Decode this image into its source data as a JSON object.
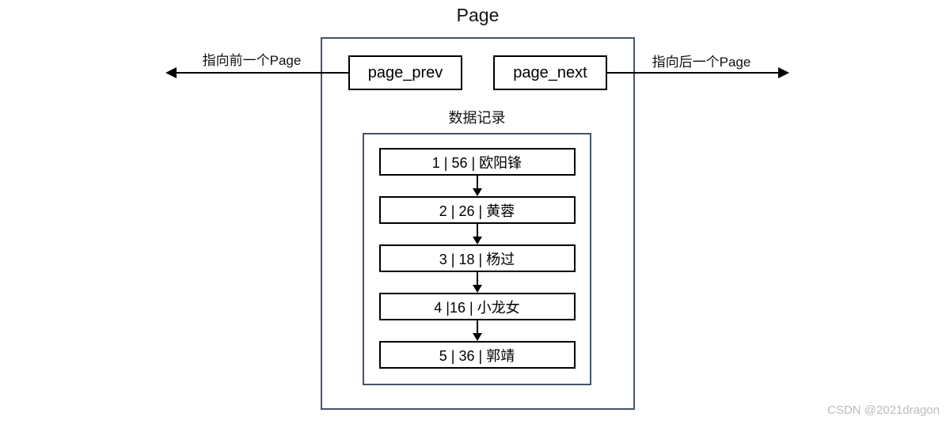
{
  "diagram": {
    "title": "Page",
    "pointers": {
      "prev_box_label": "page_prev",
      "next_box_label": "page_next",
      "prev_arrow_label": "指向前一个Page",
      "next_arrow_label": "指向后一个Page"
    },
    "records_section": {
      "title": "数据记录",
      "records": [
        {
          "text": "1 | 56 | 欧阳锋"
        },
        {
          "text": "2 | 26 | 黄蓉"
        },
        {
          "text": "3 | 18 | 杨过"
        },
        {
          "text": "4 |16 | 小龙女"
        },
        {
          "text": "5 | 36 | 郭靖"
        }
      ]
    },
    "colors": {
      "container_border": "#44546A",
      "shape_border": "#000000",
      "text": "#111111",
      "watermark": "#BCBCBC",
      "background": "#FFFFFF"
    }
  },
  "watermark": "CSDN @2021dragon"
}
